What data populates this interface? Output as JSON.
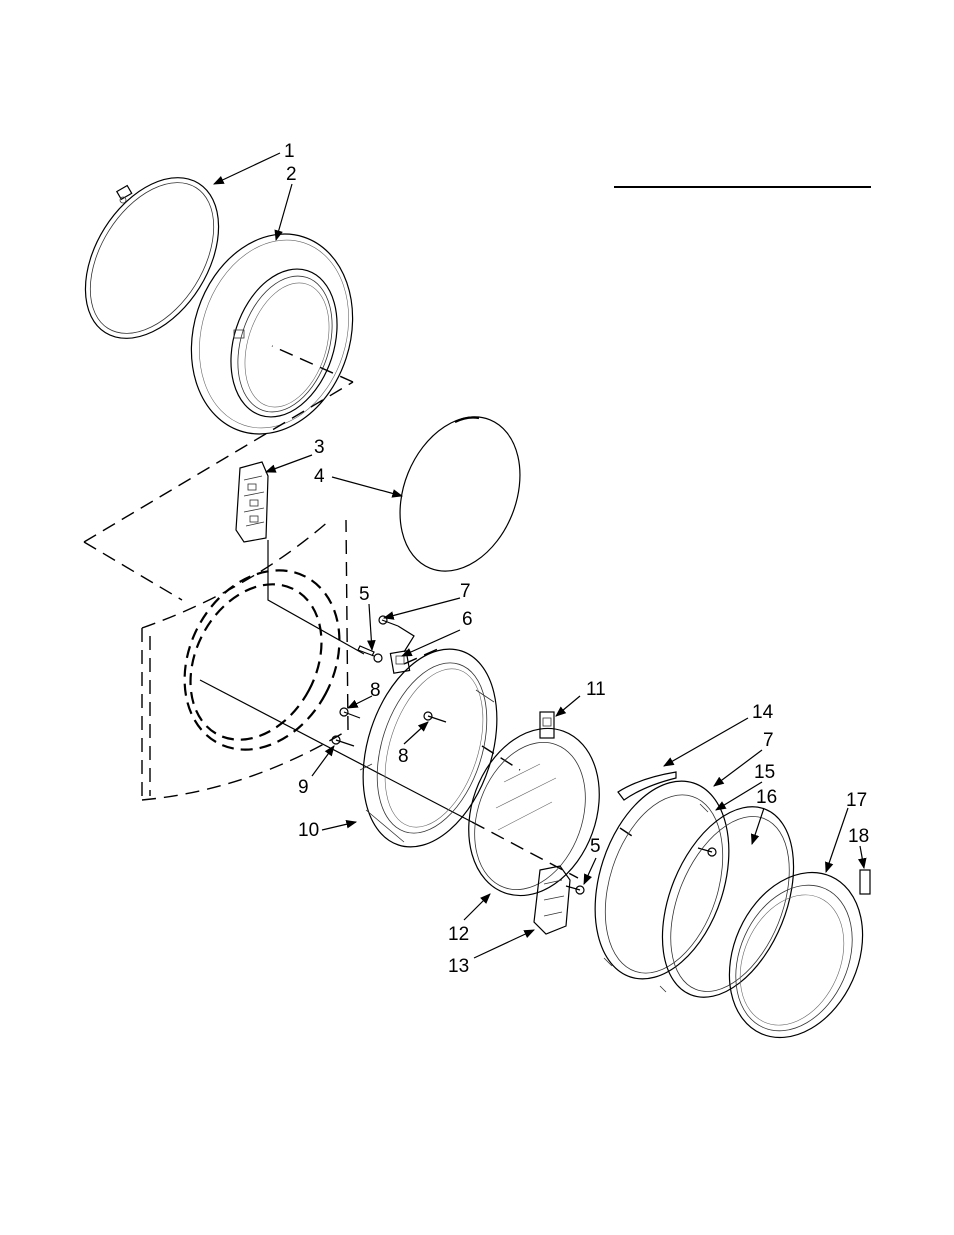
{
  "callouts": [
    {
      "id": "c1",
      "label": "1"
    },
    {
      "id": "c2",
      "label": "2"
    },
    {
      "id": "c3",
      "label": "3"
    },
    {
      "id": "c4",
      "label": "4"
    },
    {
      "id": "c5a",
      "label": "5"
    },
    {
      "id": "c7a",
      "label": "7"
    },
    {
      "id": "c6",
      "label": "6"
    },
    {
      "id": "c8a",
      "label": "8"
    },
    {
      "id": "c11",
      "label": "11"
    },
    {
      "id": "c8b",
      "label": "8"
    },
    {
      "id": "c14",
      "label": "14"
    },
    {
      "id": "c7b",
      "label": "7"
    },
    {
      "id": "c15",
      "label": "15"
    },
    {
      "id": "c9",
      "label": "9"
    },
    {
      "id": "c16",
      "label": "16"
    },
    {
      "id": "c17",
      "label": "17"
    },
    {
      "id": "c18",
      "label": "18"
    },
    {
      "id": "c10",
      "label": "10"
    },
    {
      "id": "c5b",
      "label": "5"
    },
    {
      "id": "c12",
      "label": "12"
    },
    {
      "id": "c13",
      "label": "13"
    }
  ]
}
